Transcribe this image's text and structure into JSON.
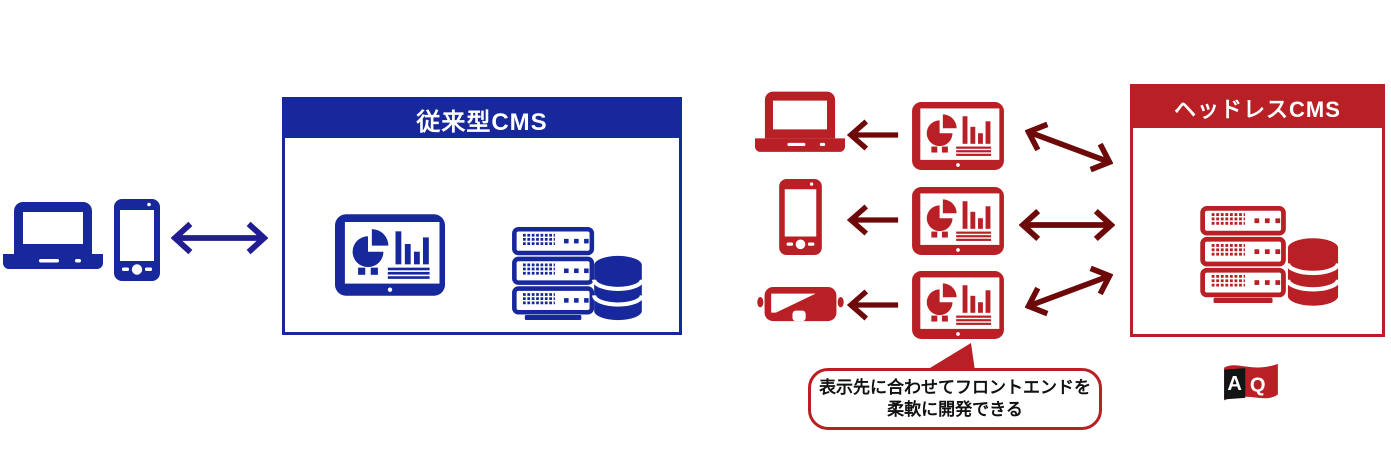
{
  "colors": {
    "background": "#FFFFFF",
    "blue": "#16289B",
    "blue_arrow": "#201D92",
    "red": "#B92025",
    "dark_red": "#6E0909",
    "header_text": "#FFFFFF",
    "bubble_text": "#111111",
    "logo_black": "#141414"
  },
  "traditional_cms": {
    "title": "従来型CMS",
    "icons": [
      "dashboard-icon",
      "server-icon",
      "database-icon"
    ]
  },
  "headless_cms": {
    "title": "ヘッドレスCMS",
    "icons": [
      "server-icon",
      "database-icon"
    ]
  },
  "left_devices": {
    "icons": [
      "laptop-icon",
      "smartphone-icon"
    ]
  },
  "frontend_rows": [
    {
      "device": "laptop-icon",
      "frontend": "dashboard-icon"
    },
    {
      "device": "smartphone-icon",
      "frontend": "dashboard-icon"
    },
    {
      "device": "vr-goggles-icon",
      "frontend": "dashboard-icon"
    }
  ],
  "callout": {
    "line1": "表示先に合わせてフロントエンドを",
    "line2": "柔軟に開発できる"
  },
  "logo": {
    "letters": [
      "A",
      "Q"
    ]
  }
}
